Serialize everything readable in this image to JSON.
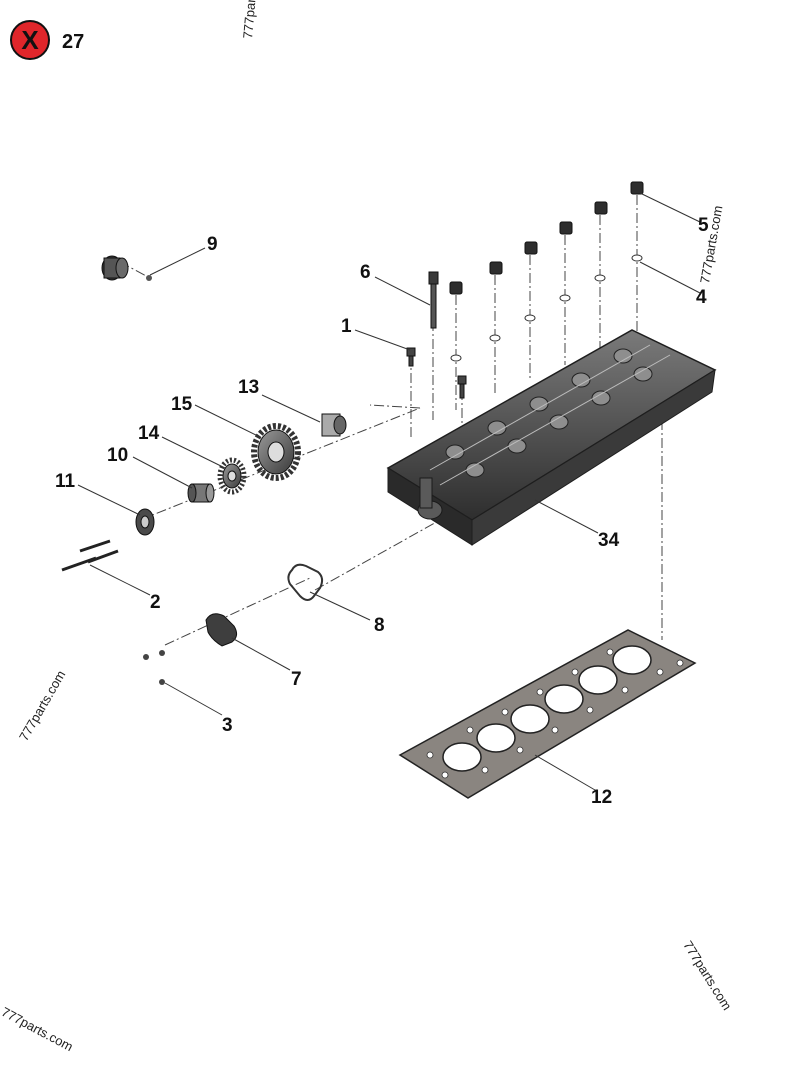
{
  "header": {
    "close_glyph": "X",
    "page_number": "27",
    "close_color": "#e0262b"
  },
  "callouts": {
    "c1": "1",
    "c2": "2",
    "c3": "3",
    "c4": "4",
    "c5": "5",
    "c6": "6",
    "c7": "7",
    "c8": "8",
    "c9": "9",
    "c10": "10",
    "c11": "11",
    "c12": "12",
    "c13": "13",
    "c14": "14",
    "c15": "15",
    "c34": "34"
  },
  "watermarks": {
    "top": "777par",
    "right": "777parts.com",
    "left": "777parts.com",
    "bottom_right": "777parts.com",
    "bottom_left": "777parts.com"
  },
  "colors": {
    "part_dark": "#3b3b3b",
    "part_mid": "#6a6a6a",
    "gasket": "#8a8580",
    "leader": "#333333"
  }
}
